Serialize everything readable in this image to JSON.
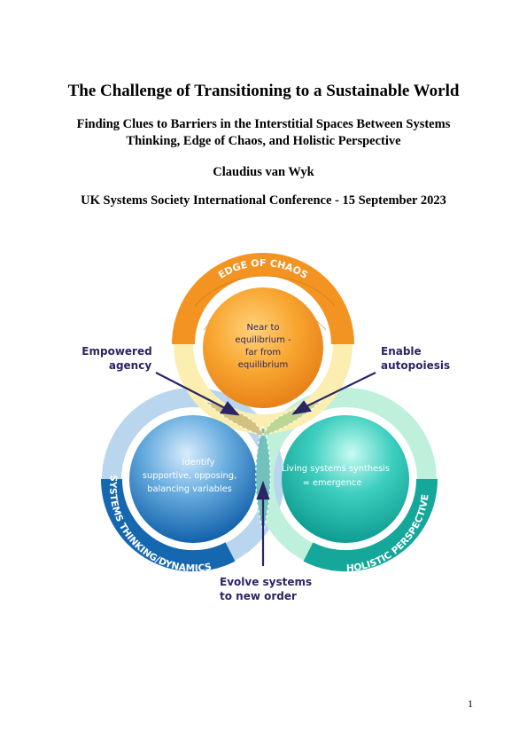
{
  "document": {
    "title": "The Challenge of Transitioning to a Sustainable World",
    "subtitle_line1": "Finding Clues to Barriers in the Interstitial Spaces Between Systems",
    "subtitle_line2": "Thinking, Edge of Chaos, and Holistic Perspective",
    "author": "Claudius van Wyk",
    "conference": "UK Systems Society International Conference - 15 September 2023",
    "page_number": "1"
  },
  "diagram": {
    "top_ring_label": "EDGE OF CHAOS",
    "left_ring_label": "SYSTEMS THINKING/DYNAMICS",
    "right_ring_label": "HOLISTIC PERSPECTIVE",
    "top_circle_lines": [
      "Near to",
      "equilibrium -",
      "far from",
      "equilibrium"
    ],
    "left_circle_lines": [
      "Identify",
      "supportive, opposing,",
      "balancing variables"
    ],
    "right_circle_lines": [
      "Living systems synthesis",
      "= emergence"
    ],
    "callout_left_lines": [
      "Empowered",
      "agency"
    ],
    "callout_right_lines": [
      "Enable",
      "autopoiesis"
    ],
    "callout_bottom_lines": [
      "Evolve systems",
      "to new order"
    ],
    "colors": {
      "top_ring": "#f39422",
      "top_ring_light": "#fbeeb0",
      "left_ring": "#1568b0",
      "left_ring_light": "#b9d6ee",
      "right_ring": "#14a79a",
      "right_ring_light": "#bff0dc",
      "arrow": "#2b2467"
    }
  }
}
